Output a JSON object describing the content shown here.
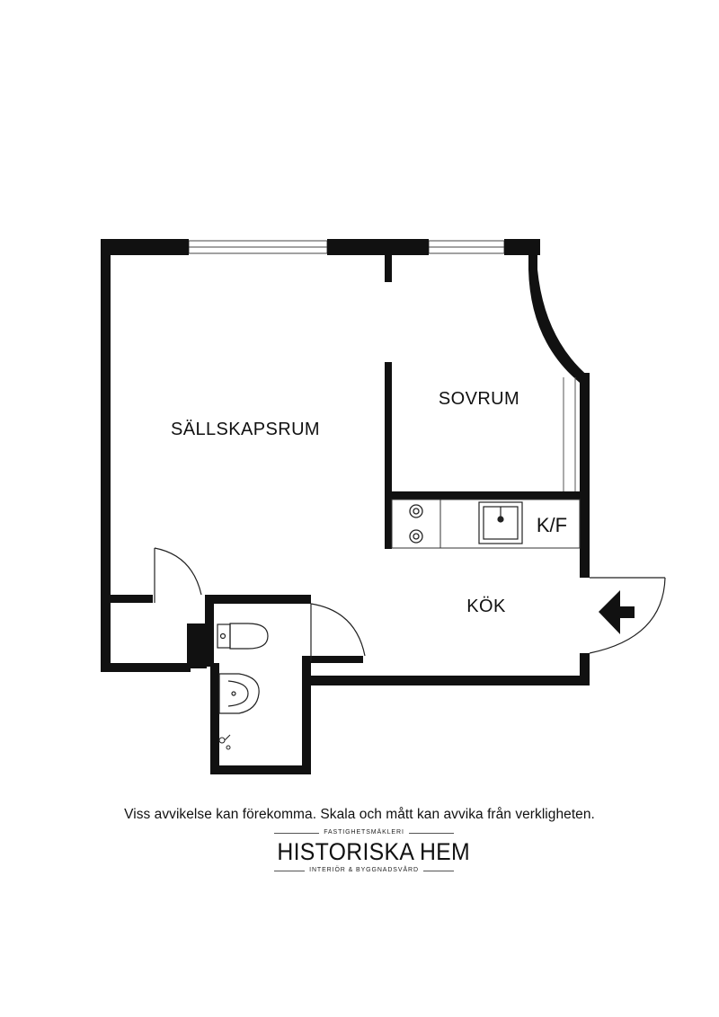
{
  "rooms": {
    "living_room": "SÄLLSKAPSRUM",
    "bedroom": "SOVRUM",
    "fridge_freezer": "K/F",
    "kitchen": "KÖK"
  },
  "disclaimer": "Viss avvikelse kan förekomma. Skala och mått kan avvika från verkligheten.",
  "brand": {
    "tagline_top": "FASTIGHETSMÄKLERI",
    "name": "HISTORISKA HEM",
    "tagline_bottom": "INTERIÖR & BYGGNADSVÅRD"
  },
  "colors": {
    "wall": "#111111",
    "paper": "#ffffff"
  }
}
